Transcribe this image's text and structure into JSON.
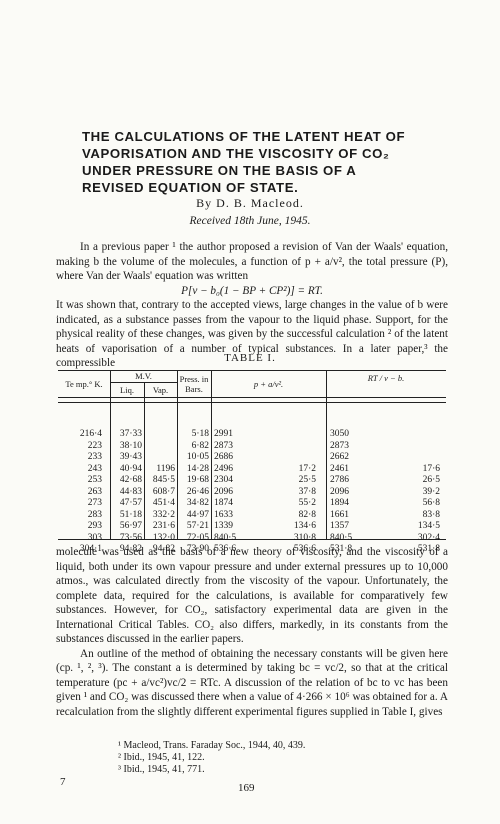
{
  "title": {
    "lines": [
      "THE CALCULATIONS OF THE LATENT HEAT OF",
      "VAPORISATION AND THE VISCOSITY OF CO₂",
      "UNDER PRESSURE ON THE BASIS OF A",
      "REVISED EQUATION OF STATE."
    ]
  },
  "author": "By D. B. Macleod.",
  "received": "Received 18th June, 1945.",
  "paragraphs": [
    "In a previous paper ¹ the author proposed a revision of Van der Waals' equation, making b the volume of the molecules, a function of p + a/v², the total pressure (P), where Van der Waals' equation was written",
    "It was shown that, contrary to the accepted views, large changes in the value of b were indicated, as a substance passes from the vapour to the liquid phase. Support, for the physical reality of these changes, was given by the successful calculation ² of the latent heats of vaporisation of a number of typical substances. In a later paper,³ the compressible",
    "molecule was used as the basis of a new theory of viscosity, and the viscosity of a liquid, both under its own vapour pressure and under external pressures up to 10,000 atmos., was calculated directly from the viscosity of the vapour. Unfortunately, the complete data, required for the calculations, is available for comparatively few substances. However, for CO₂, satisfactory experimental data are given in the International Critical Tables. CO₂ also differs, markedly, in its constants from the substances discussed in the earlier papers.",
    "An outline of the method of obtaining the necessary constants will be given here (cp. ¹, ², ³). The constant a is determined by taking bc = vc/2, so that at the critical temperature (pc + a/vc²)vc/2 = RTc. A discussion of the relation of bc to vc has been given ¹ and CO₂ was discussed there when a value of 4·266 × 10⁶ was obtained for a. A recalculation from the slightly different experimental figures supplied in Table I, gives"
  ],
  "equation": "P[v − b₀(1 − BP + CP²)] = RT.",
  "table": {
    "caption": "TABLE I.",
    "headers": [
      "Te mp.° K.",
      "M.V.",
      "Liq.",
      "Vap.",
      "Press. in Bars.",
      "p + a/v².",
      "RT / v − b."
    ],
    "rows": [
      [
        "216·4",
        "37·33",
        "",
        "5·18",
        "2991",
        "",
        "3050",
        ""
      ],
      [
        "223",
        "38·10",
        "",
        "6·82",
        "2873",
        "",
        "2873",
        ""
      ],
      [
        "233",
        "39·43",
        "",
        "10·05",
        "2686",
        "",
        "2662",
        ""
      ],
      [
        "243",
        "40·94",
        "1196",
        "14·28",
        "2496",
        "17·2",
        "2461",
        "17·6"
      ],
      [
        "253",
        "42·68",
        "845·5",
        "19·68",
        "2304",
        "25·5",
        "2786",
        "26·5"
      ],
      [
        "263",
        "44·83",
        "608·7",
        "26·46",
        "2096",
        "37·8",
        "2096",
        "39·2"
      ],
      [
        "273",
        "47·57",
        "451·4",
        "34·82",
        "1874",
        "55·2",
        "1894",
        "56·8"
      ],
      [
        "283",
        "51·18",
        "332·2",
        "44·97",
        "1633",
        "82·8",
        "1661",
        "83·8"
      ],
      [
        "293",
        "56·97",
        "231·6",
        "57·21",
        "1339",
        "134·6",
        "1357",
        "134·5"
      ],
      [
        "303",
        "73·56",
        "132·0",
        "72·05",
        "840·5",
        "310·8",
        "840·5",
        "302·4"
      ],
      [
        "304·1",
        "94·82",
        "94·82",
        "73·90",
        "536·6",
        "536·6",
        "531·8",
        "531·8"
      ]
    ]
  },
  "footnotes": [
    "¹ Macleod, Trans. Faraday Soc., 1944, 40, 439.",
    "² Ibid., 1945, 41, 122.",
    "³ Ibid., 1945, 41, 771."
  ],
  "signature_mark": "7",
  "page_number": "169"
}
